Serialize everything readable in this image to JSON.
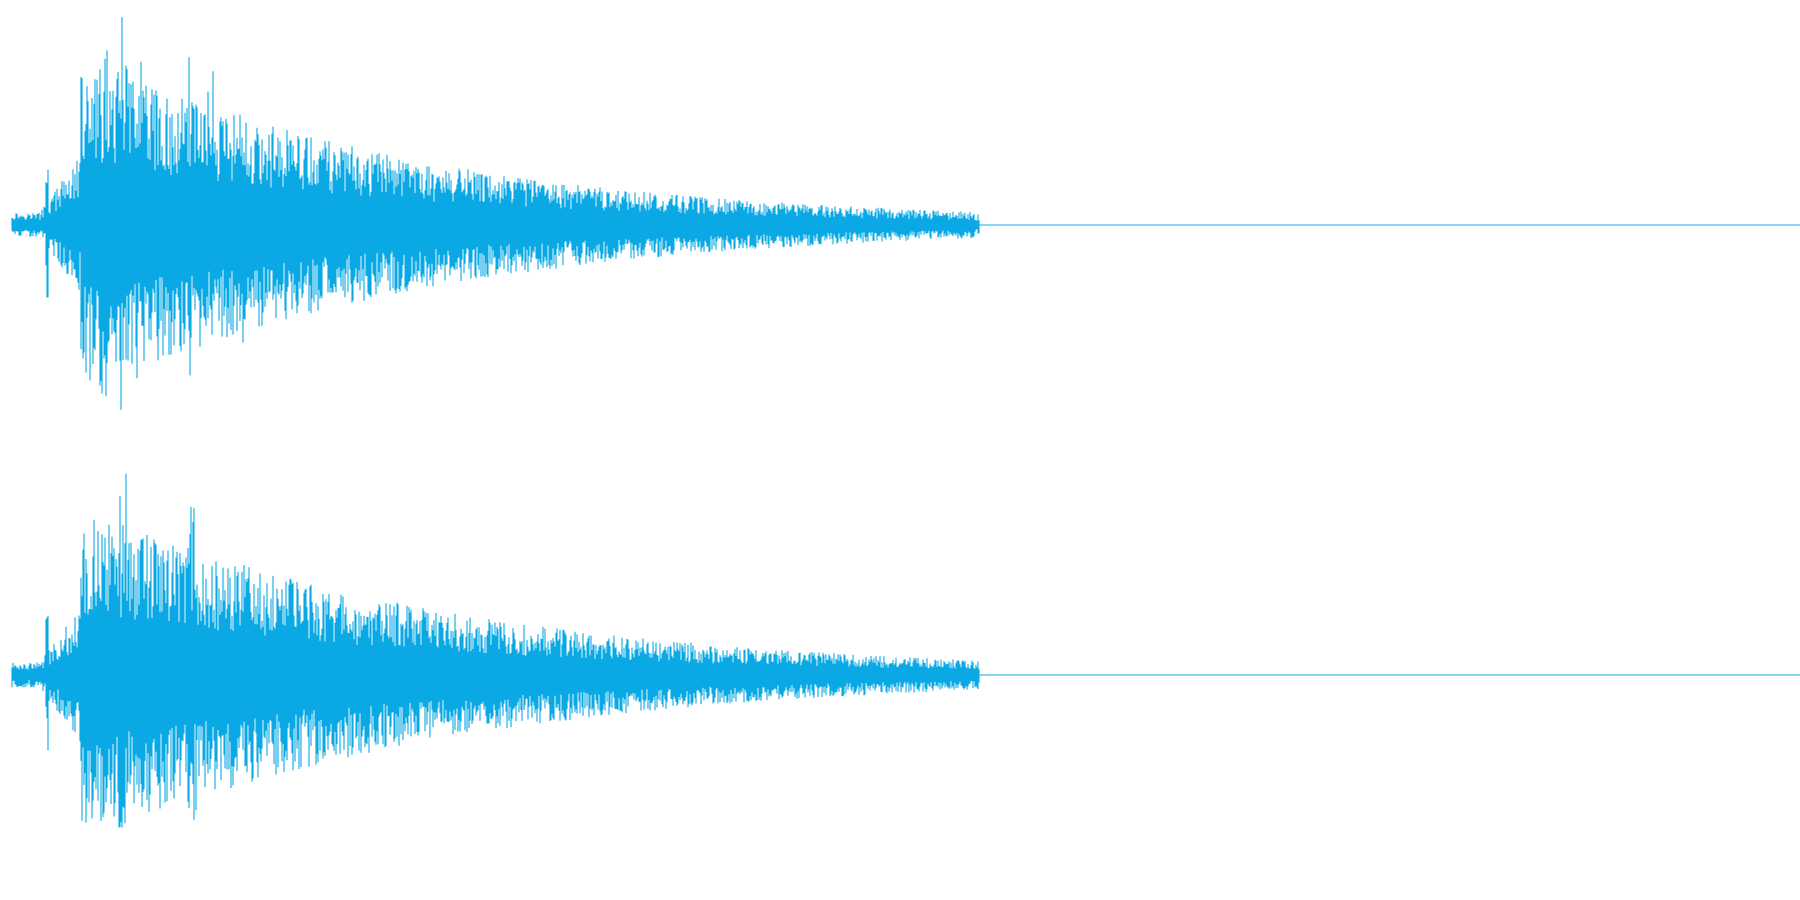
{
  "waveform": {
    "color": "#0aa8e4",
    "background": "#ffffff",
    "channels": [
      {
        "name": "left",
        "envelope": {
          "pre_onset_level": 0.06,
          "onset_fraction": 0.023,
          "transient_fraction": 0.026,
          "transient_level": 0.32,
          "attack_peaks": [
            {
              "at": 0.058,
              "level": 0.82
            },
            {
              "at": 0.068,
              "level": 0.99
            },
            {
              "at": 0.078,
              "level": 0.88
            },
            {
              "at": 0.106,
              "level": 0.8
            },
            {
              "at": 0.118,
              "level": 0.7
            },
            {
              "at": 0.135,
              "level": 0.55
            }
          ],
          "decay_rate": 5.2,
          "tail_end_fraction": 0.54
        }
      },
      {
        "name": "right",
        "envelope": {
          "pre_onset_level": 0.06,
          "onset_fraction": 0.023,
          "transient_fraction": 0.026,
          "transient_level": 0.3,
          "attack_peaks": [
            {
              "at": 0.058,
              "level": 0.85
            },
            {
              "at": 0.068,
              "level": 0.97
            },
            {
              "at": 0.078,
              "level": 0.8
            },
            {
              "at": 0.106,
              "level": 0.88
            },
            {
              "at": 0.118,
              "level": 0.62
            },
            {
              "at": 0.135,
              "level": 0.5
            }
          ],
          "decay_rate": 4.9,
          "tail_end_fraction": 0.55
        }
      }
    ]
  }
}
